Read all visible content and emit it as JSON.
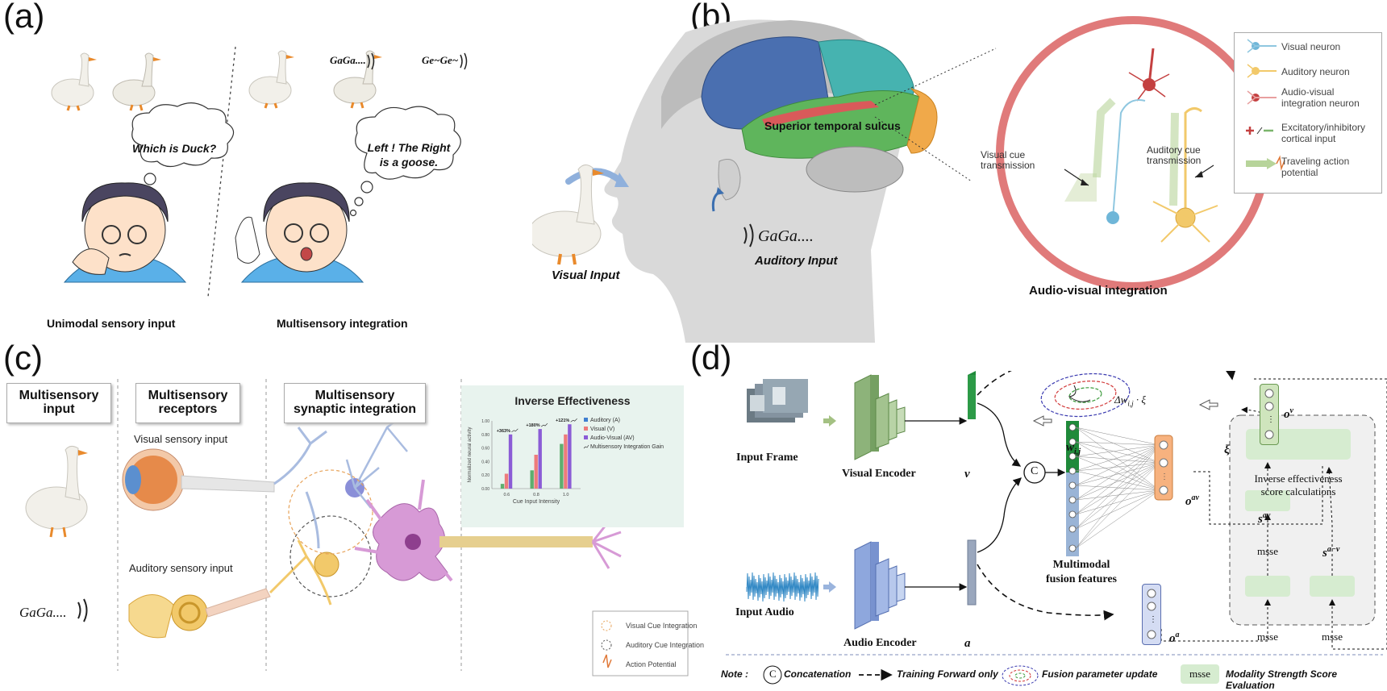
{
  "panels": {
    "a": {
      "label": "(a)",
      "bubble_left": "Which is Duck?",
      "bubble_right_l1": "Left ! The Right",
      "bubble_right_l2": "is a goose.",
      "sound_left": "GaGa....",
      "sound_right": "Ge~Ge~",
      "caption_left": "Unimodal sensory input",
      "caption_right": "Multisensory integration"
    },
    "b": {
      "label": "(b)",
      "sulcus_label": "Superior temporal sulcus",
      "sound": "GaGa....",
      "auditory_input": "Auditory Input",
      "visual_input": "Visual Input",
      "visual_cue_l1": "Visual cue",
      "visual_cue_l2": "transmission",
      "auditory_cue_l1": "Auditory cue",
      "auditory_cue_l2": "transmission",
      "caption": "Audio-visual integration",
      "legend": {
        "visual_neuron": "Visual neuron",
        "auditory_neuron": "Auditory neuron",
        "av_neuron_l1": "Audio-visual",
        "av_neuron_l2": "integration neuron",
        "excitatory_l1": "Excitatory/inhibitory",
        "excitatory_l2": "cortical input",
        "traveling_l1": "Traveling action",
        "traveling_l2": "potential"
      }
    },
    "c": {
      "label": "(c)",
      "box1_l1": "Multisensory",
      "box1_l2": "input",
      "box2_l1": "Multisensory",
      "box2_l2": "receptors",
      "box3_l1": "Multisensory",
      "box3_l2": "synaptic integration",
      "visual_sensory": "Visual sensory input",
      "auditory_sensory": "Auditory sensory input",
      "sound": "GaGa....",
      "legend_visual": "Visual Cue Integration",
      "legend_auditory": "Auditory Cue Integration",
      "legend_ap": "Action Potential"
    },
    "d": {
      "label": "(d)",
      "input_frame": "Input Frame",
      "input_audio": "Input Audio",
      "visual_encoder": "Visual Encoder",
      "audio_encoder": "Audio Encoder",
      "v": "v",
      "a": "a",
      "concat": "C",
      "fusion_l1": "Multimodal",
      "fusion_l2": "fusion features",
      "w_ij": "w",
      "w_sub": "i,j",
      "delta": "Δw",
      "delta_sub": "i,j",
      "delta_rest": " · ξ",
      "xi": "ξ",
      "o_v": "o",
      "o_v_sup": "v",
      "o_av": "o",
      "o_av_sup": "av",
      "o_a": "o",
      "o_a_sup": "a",
      "s_av": "s",
      "s_av_sup": "av",
      "s_av2": "s",
      "s_av2_sup": "a−v",
      "inverse_l1": "Inverse effectiveness",
      "inverse_l2": "score calculations",
      "msse": "msse",
      "note_label": "Note :",
      "note_concat": "Concatenation",
      "note_training": "Training Forward only",
      "note_fusion": "Fusion parameter update",
      "note_msse": "msse",
      "note_strength": "Modality  Strength Score Evaluation"
    }
  },
  "chart_data": {
    "type": "bar",
    "title": "Inverse Effectiveness",
    "xlabel": "Cue Input Intensity",
    "ylabel": "Normalized neural activity",
    "categories": [
      "0.6",
      "0.8",
      "1.0"
    ],
    "ylim": [
      0,
      1.0
    ],
    "yticks": [
      "0.00",
      "0.20",
      "0.40",
      "0.60",
      "0.80",
      "1.00"
    ],
    "series": [
      {
        "name": "Auditory (A)",
        "color": "#5fae6e",
        "values": [
          0.07,
          0.27,
          0.66
        ]
      },
      {
        "name": "Visual (V)",
        "color": "#ee7b7b",
        "values": [
          0.22,
          0.5,
          0.8
        ]
      },
      {
        "name": "Audio-Visual (AV)",
        "color": "#8b5cd6",
        "values": [
          0.8,
          0.88,
          0.95
        ]
      }
    ],
    "gain_labels": [
      "+363%",
      "+180%",
      "+121%"
    ],
    "gain_legend": "Multisensory Integration Gain",
    "legend_colors": [
      "#3f7fd0",
      "#ee7b7b",
      "#8b5cd6"
    ]
  }
}
